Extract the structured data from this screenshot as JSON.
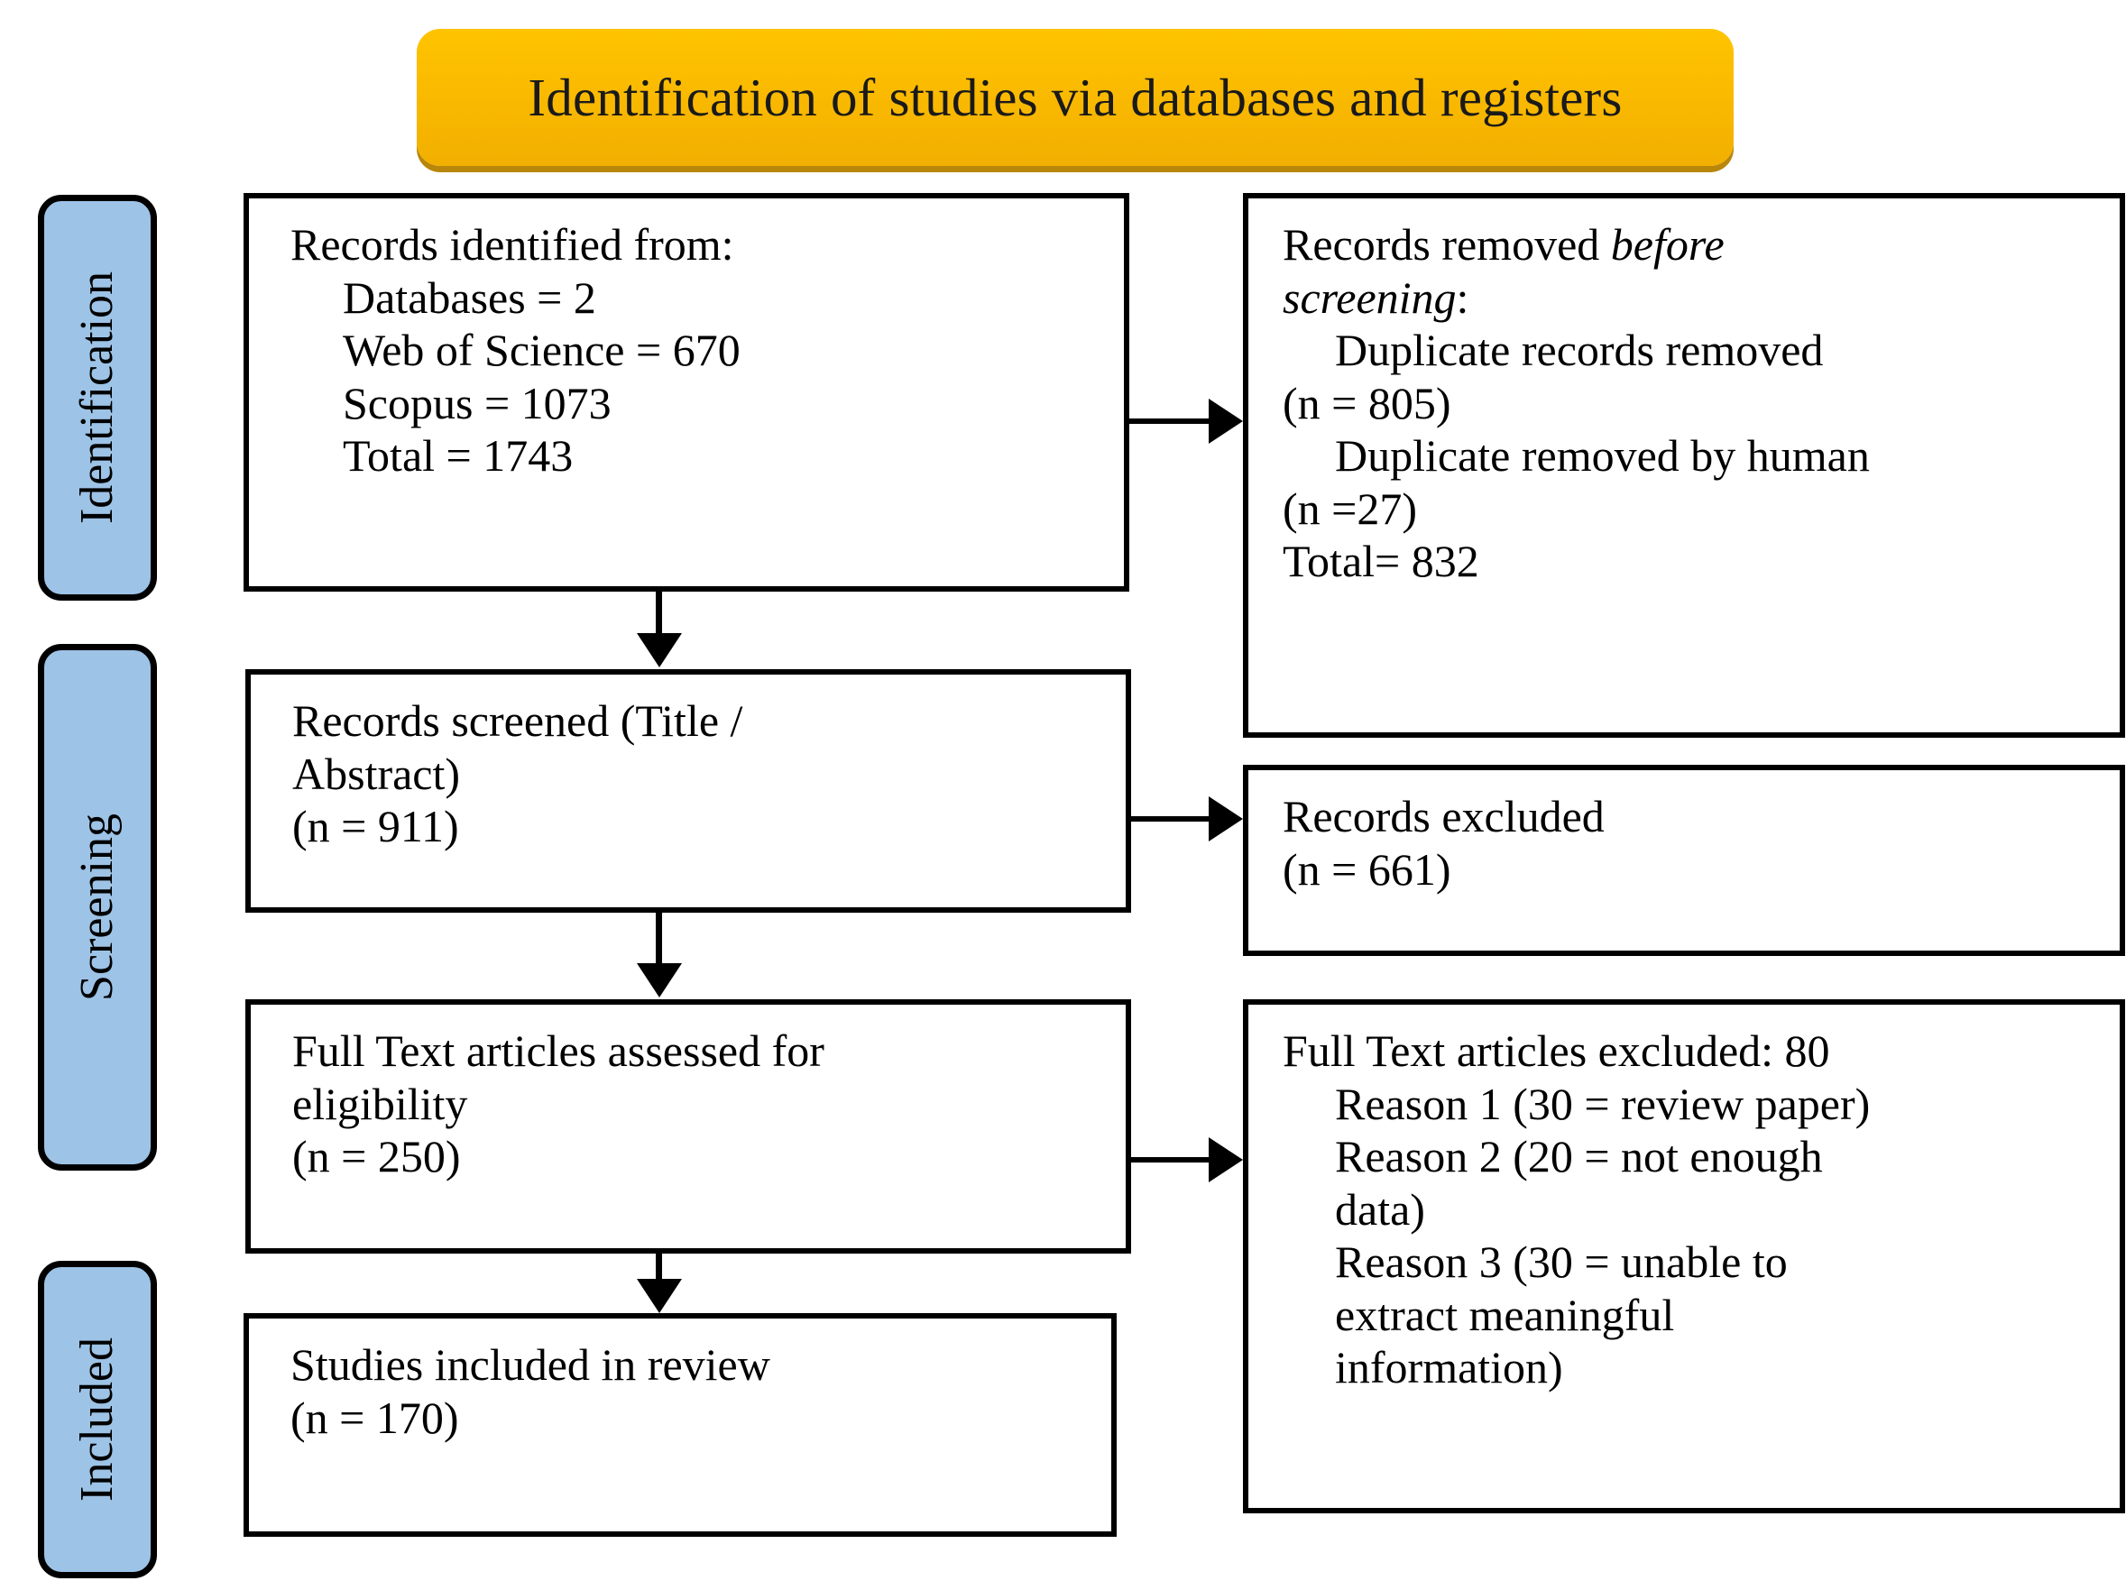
{
  "banner": {
    "title": "Identification of studies via databases and registers",
    "color": "#FABE00"
  },
  "phases": [
    {
      "label": "Identification"
    },
    {
      "label": "Screening"
    },
    {
      "label": "Included"
    }
  ],
  "boxes": {
    "identified": {
      "lines": [
        "Records identified from:",
        "Databases = 2",
        "Web of Science = 670",
        "Scopus = 1073",
        "Total = 1743"
      ]
    },
    "removed": {
      "line1_plain": "Records removed ",
      "line1_italic": "before",
      "line2_italic": "screening",
      "line2_plain": ":",
      "lines": [
        "Duplicate records removed",
        "(n = 805)",
        "Duplicate removed by human",
        "(n =27)",
        "Total= 832"
      ]
    },
    "screened": {
      "lines": [
        "Records screened (Title /",
        "Abstract)",
        "(n = 911)"
      ]
    },
    "excluded": {
      "lines": [
        "Records excluded",
        "(n = 661)"
      ]
    },
    "fulltext": {
      "lines": [
        "Full Text articles assessed for",
        "eligibility",
        "(n = 250)"
      ]
    },
    "fulltext_excluded": {
      "header": "Full Text articles excluded: 80",
      "reasons": [
        "Reason 1 (30 = review paper)",
        "Reason 2 (20 = not enough",
        "data)",
        "Reason 3 (30 = unable to",
        "extract meaningful",
        "information)"
      ]
    },
    "included": {
      "lines": [
        "Studies included in review",
        "(n = 170)"
      ]
    }
  },
  "colors": {
    "phase_tab": "#9DC3E6",
    "banner": "#FABE00",
    "border": "#000000",
    "background": "#FFFFFF"
  }
}
